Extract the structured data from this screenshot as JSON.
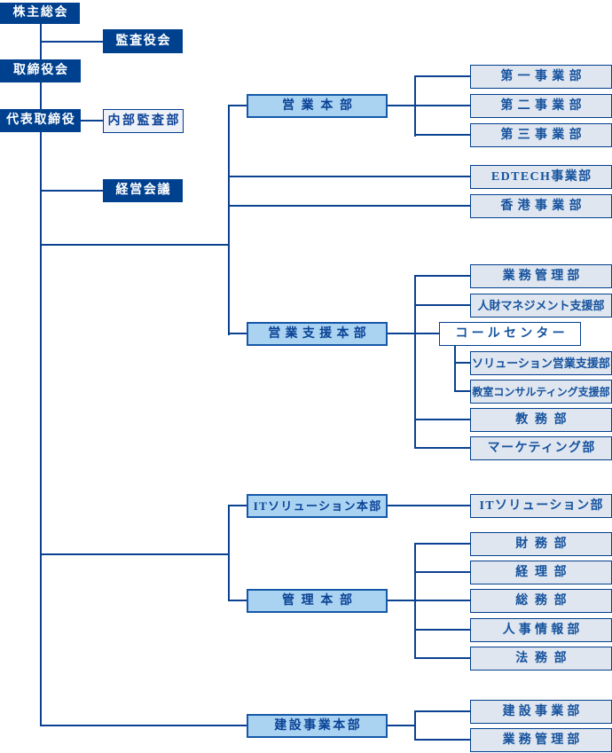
{
  "type": "org_chart",
  "colors": {
    "dark_navy_box": "#00418f",
    "dark_box_text": "#ffffff",
    "hq_box_fill": "#aad3f2",
    "hq_box_border": "#1658a8",
    "dept_box_fill": "#dfe6ef",
    "dept_box_border": "#023f8e",
    "dept_box_text": "#15529e",
    "connector_line": "#0b4191",
    "background": "#ffffff"
  },
  "nodes": {
    "shareholders_meeting": "株主総会",
    "audit_board": "監査役会",
    "board_of_directors": "取締役会",
    "representative_director": "代表取締役",
    "internal_audit": "内部監査部",
    "management_council": "経営会議",
    "sales_hq": "営業本部",
    "first_div": "第一事業部",
    "second_div": "第二事業部",
    "third_div": "第三事業部",
    "edtech_div": "EDTECH事業部",
    "hongkong_div": "香港事業部",
    "sales_support_hq": "営業支援本部",
    "operations_mgmt": "業務管理部",
    "hr_mgmt_support": "人財マネジメント支援部",
    "call_center": "コールセンター",
    "solution_sales_support": "ソリューション営業支援部",
    "classroom_consulting_support": "教室コンサルティング支援部",
    "academic_affairs": "教務部",
    "marketing": "マーケティング部",
    "it_solution_hq": "ITソリューション本部",
    "it_solution_dept": "ITソリューション部",
    "admin_hq": "管理本部",
    "finance": "財務部",
    "accounting": "経理部",
    "general_affairs": "総務部",
    "hr_info": "人事情報部",
    "legal": "法務部",
    "construction_hq": "建設事業本部",
    "construction_div": "建設事業部",
    "construction_operations_mgmt": "業務管理部"
  },
  "hierarchy": {
    "shareholders_meeting": [
      "audit_board",
      "board_of_directors"
    ],
    "board_of_directors": [
      "representative_director"
    ],
    "representative_director": [
      "internal_audit",
      "management_council",
      "sales_hq",
      "edtech_div",
      "hongkong_div",
      "sales_support_hq",
      "it_solution_hq",
      "admin_hq",
      "construction_hq"
    ],
    "sales_hq": [
      "first_div",
      "second_div",
      "third_div"
    ],
    "sales_support_hq": [
      "operations_mgmt",
      "hr_mgmt_support",
      "call_center",
      "academic_affairs",
      "marketing"
    ],
    "call_center": [
      "solution_sales_support",
      "classroom_consulting_support"
    ],
    "it_solution_hq": [
      "it_solution_dept"
    ],
    "admin_hq": [
      "finance",
      "accounting",
      "general_affairs",
      "hr_info",
      "legal"
    ],
    "construction_hq": [
      "construction_div",
      "construction_operations_mgmt"
    ]
  }
}
